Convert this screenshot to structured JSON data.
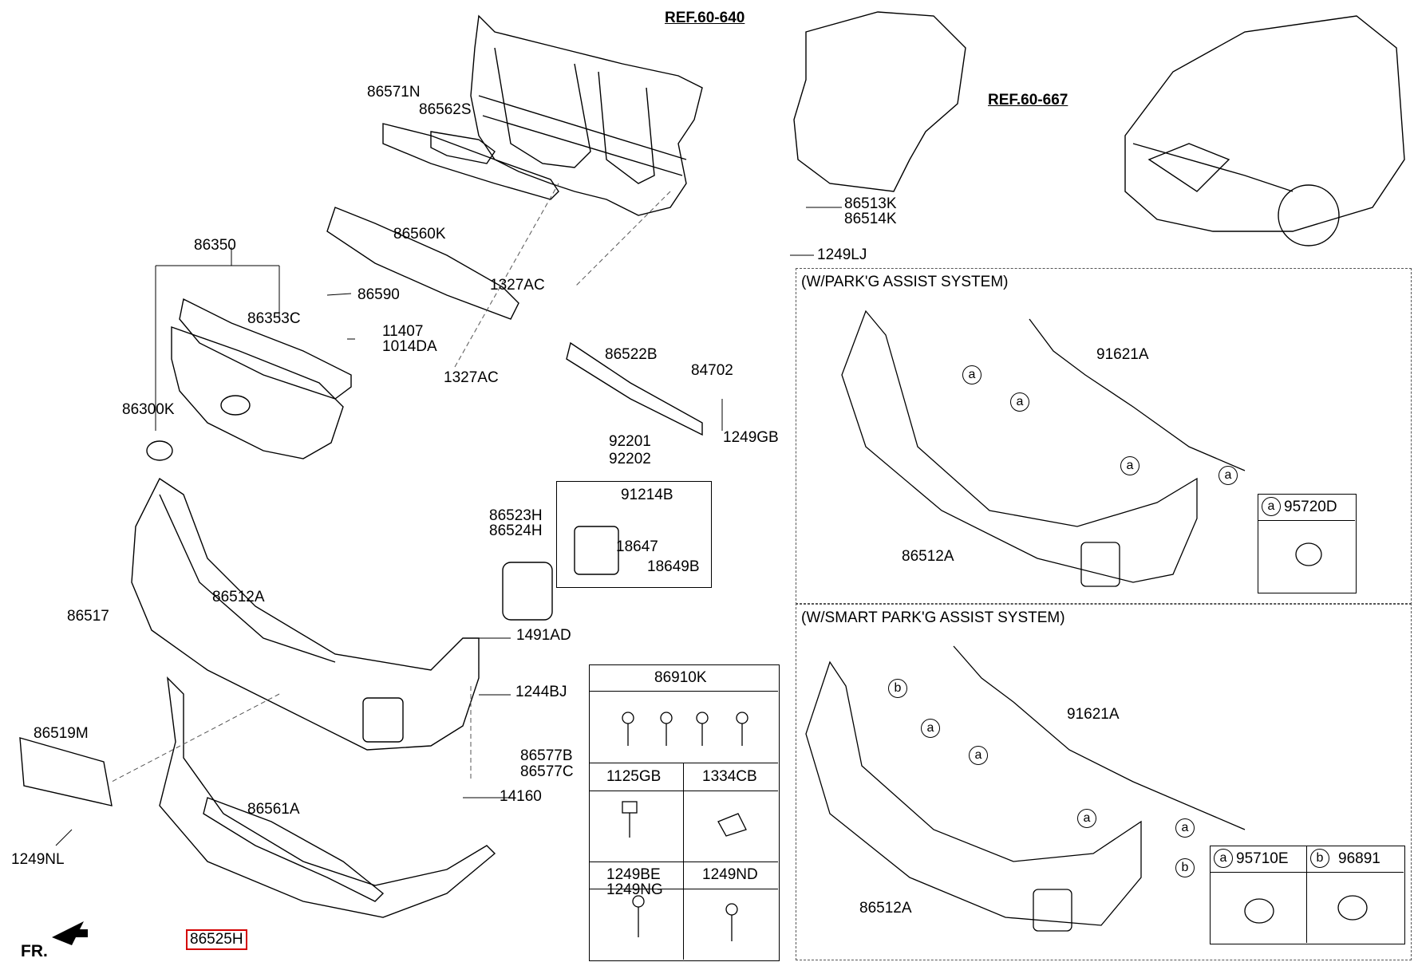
{
  "references": {
    "ref_frame": "REF.60-640",
    "ref_fender": "REF.60-667"
  },
  "parts": {
    "p86571N": "86571N",
    "p86562S": "86562S",
    "p86560K": "86560K",
    "p1327AC_top": "1327AC",
    "p1327AC_bot": "1327AC",
    "p86350": "86350",
    "p86353C": "86353C",
    "p86590": "86590",
    "p11407": "11407",
    "p1014DA": "1014DA",
    "p86300K": "86300K",
    "p86513K": "86513K",
    "p86514K": "86514K",
    "p1249LJ": "1249LJ",
    "p86522B": "86522B",
    "p84702": "84702",
    "p1249GB": "1249GB",
    "p92201": "92201",
    "p92202": "92202",
    "p91214B": "91214B",
    "p18647": "18647",
    "p18649B": "18649B",
    "p86523H": "86523H",
    "p86524H": "86524H",
    "p86512A_main": "86512A",
    "p86517": "86517",
    "p1491AD": "1491AD",
    "p1244BJ": "1244BJ",
    "p86519M": "86519M",
    "p86577B": "86577B",
    "p86577C": "86577C",
    "p14160": "14160",
    "p86561A": "86561A",
    "p1249NL": "1249NL",
    "p86525H": "86525H",
    "fr": "FR."
  },
  "park_assist": {
    "title": "(W/PARK'G ASSIST SYSTEM)",
    "harness": "91621A",
    "bumper": "86512A",
    "sensor_tag": "a",
    "sensor_part": "95720D"
  },
  "smart_park_assist": {
    "title": "(W/SMART PARK'G ASSIST SYSTEM)",
    "harness": "91621A",
    "bumper": "86512A",
    "tag_a": "a",
    "tag_b": "b",
    "sensor_a_part": "95710E",
    "sensor_b_part": "96891"
  },
  "fastener_table": {
    "header": "86910K",
    "c1125GB": "1125GB",
    "c1334CB": "1334CB",
    "c1249BE": "1249BE",
    "c1249NG": "1249NG",
    "c1249ND": "1249ND"
  },
  "colors": {
    "highlight": "#d40000",
    "line": "#000000"
  }
}
